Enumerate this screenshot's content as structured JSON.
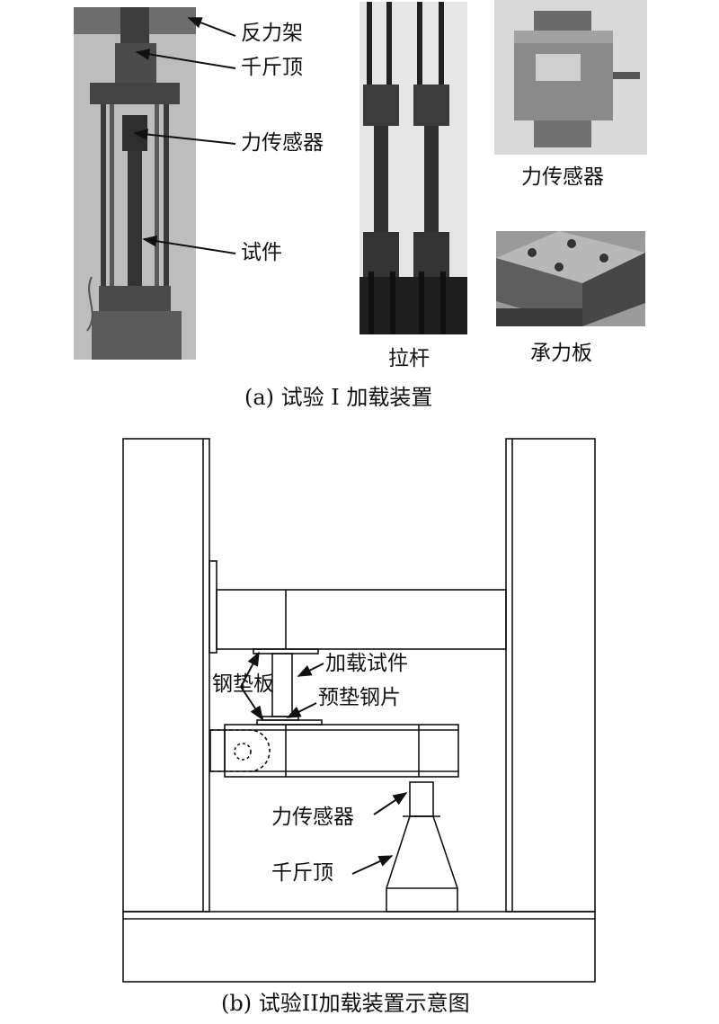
{
  "part_a": {
    "labels": {
      "reaction_frame": "反力架",
      "jack": "千斤顶",
      "force_sensor": "力传感器",
      "specimen": "试件",
      "tie_rod": "拉杆",
      "sensor_photo": "力传感器",
      "bearing_plate": "承力板"
    },
    "caption": "(a) 试验 I 加载装置"
  },
  "part_b": {
    "labels": {
      "loaded_specimen": "加载试件",
      "steel_pad": "钢垫板",
      "pre_shim": "预垫钢片",
      "force_sensor": "力传感器",
      "jack": "千斤顶"
    },
    "caption": "(b) 试验II加载装置示意图"
  }
}
